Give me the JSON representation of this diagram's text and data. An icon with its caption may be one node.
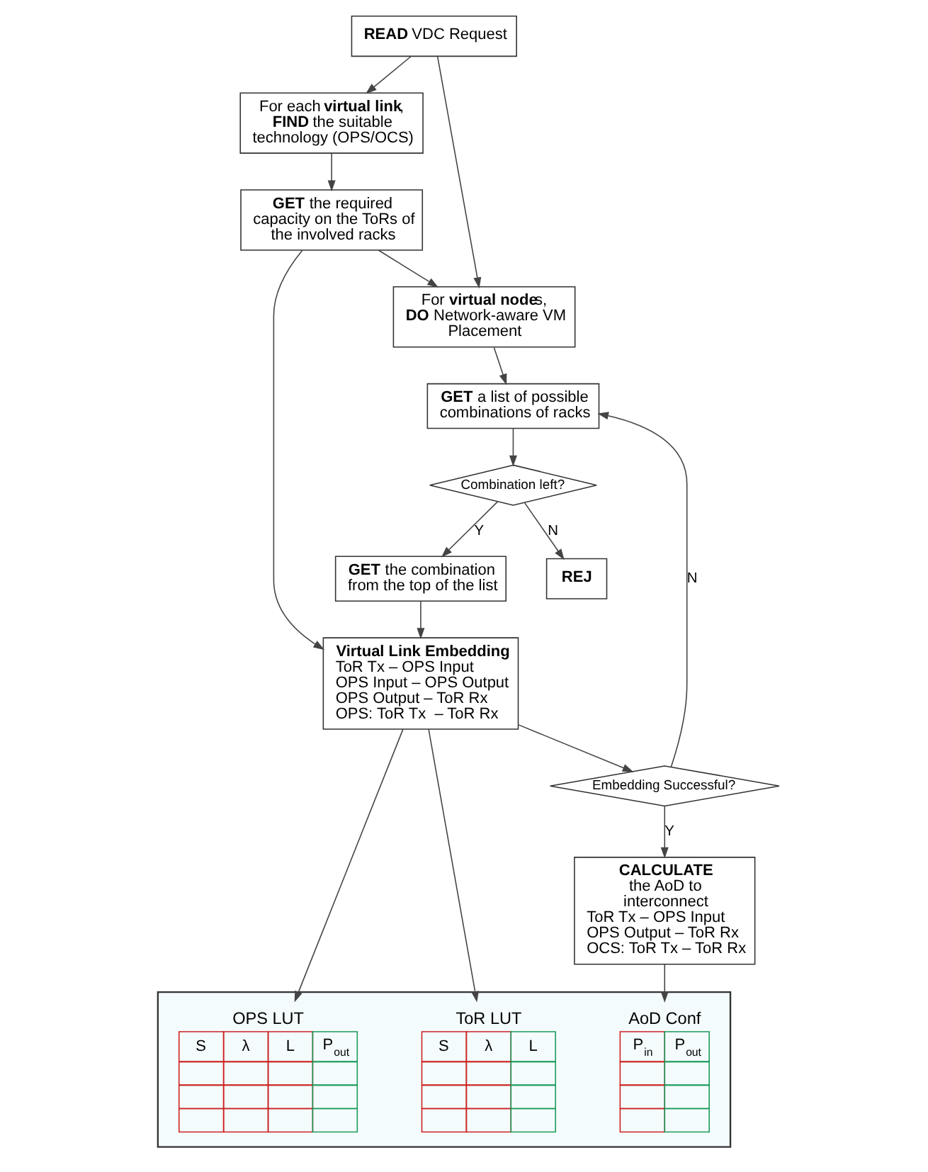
{
  "diagram": {
    "nodes": [
      {
        "text": [
          "**READ** VDC Request"
        ]
      },
      {
        "text": [
          "For each **virtual link**, **FIND** the suitable technology (OPS/OCS)"
        ]
      },
      {
        "text": [
          "For **virtual node**s, **DO** Network-aware VM Placement"
        ]
      },
      {
        "text": [
          "**GET** the required capacity on the ToRs of the involved racks"
        ]
      },
      {
        "text": [
          "**GET** a list of possible combinations of racks"
        ]
      },
      {
        "text": [
          "Combination left?"
        ]
      },
      {
        "text": [
          "Embedding Successful?"
        ]
      },
      {
        "text": [
          "**GET** the combination from the top of the list"
        ]
      },
      {
        "text": [
          "Virtual Link Embedding",
          "ToR Tx – OPS Input",
          "OPS Input – OPS Output",
          "OPS Output – ToR Rx",
          "OPS: ToR Tx  – ToR Rx"
        ]
      },
      {
        "text": [
          "**CALCULATE** the AoD to interconnect",
          "ToR Tx – OPS Input",
          "OPS Output – ToR Rx",
          "OCS: ToR Tx – ToR Rx"
        ]
      },
      {
        "text": [],
        "shape": "box"
      },
      {
        "text": [
          "OPS LUT",
          "S",
          "λ",
          "L",
          "P$_{out}$"
        ],
        "in": 10
      },
      {
        "text": [
          "ToR LUT",
          "S",
          "λ",
          "L"
        ],
        "in": 10
      },
      {
        "text": [
          "AoD Conf",
          "P$_{in}$",
          "P$_{out}$"
        ],
        "in": 10
      },
      {
        "text": [
          "REJ"
        ]
      }
    ],
    "edges": [
      {
        "from": 0,
        "to": 1,
        "arrow": "to"
      },
      {
        "from": 0,
        "to": 2,
        "arrow": "to"
      },
      {
        "from": 1,
        "to": 3,
        "arrow": "to"
      },
      {
        "from": 3,
        "to": 2,
        "arrow": "to"
      },
      {
        "from": 2,
        "to": 4,
        "arrow": "to"
      },
      {
        "from": 4,
        "to": 5,
        "arrow": "to"
      },
      {
        "from": 5,
        "to": 14,
        "arrow": "to",
        "label": "N"
      },
      {
        "from": 5,
        "to": 7,
        "arrow": "to",
        "label": "Y"
      },
      {
        "from": 3,
        "to": 8,
        "arrow": "to"
      },
      {
        "from": 7,
        "to": 8,
        "arrow": "to"
      },
      {
        "from": 8,
        "to": 6,
        "arrow": "to"
      },
      {
        "from": 6,
        "to": 4,
        "arrow": "to",
        "label": "N"
      },
      {
        "from": 6,
        "to": 9,
        "arrow": "to",
        "label": "Y"
      },
      {
        "from": 8,
        "to": 11,
        "arrow": "to"
      },
      {
        "from": 8,
        "to": 12,
        "arrow": "to"
      },
      {
        "from": 9,
        "to": 13,
        "arrow": "to"
      }
    ]
  }
}
